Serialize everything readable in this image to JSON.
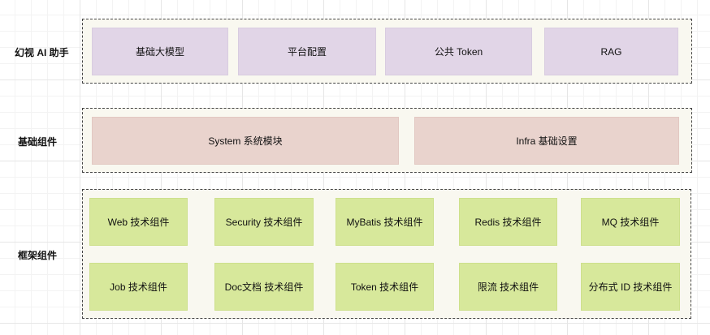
{
  "rows": {
    "ai": {
      "label": "幻视 AI 助手",
      "boxes": [
        "基础大模型",
        "平台配置",
        "公共 Token",
        "RAG"
      ]
    },
    "base": {
      "label": "基础组件",
      "boxes": [
        "System 系统模块",
        "Infra 基础设置"
      ]
    },
    "framework": {
      "label": "框架组件",
      "boxes_row1": [
        "Web 技术组件",
        "Security 技术组件",
        "MyBatis 技术组件",
        "Redis 技术组件",
        "MQ 技术组件"
      ],
      "boxes_row2": [
        "Job 技术组件",
        "Doc文档 技术组件",
        "Token 技术组件",
        "限流 技术组件",
        "分布式 ID 技术组件"
      ]
    }
  },
  "colors": {
    "ai_box": "#e1d5e7",
    "base_box": "#e9d3cd",
    "framework_box": "#d7e89b",
    "layer_bg": "#f9f8f0"
  }
}
